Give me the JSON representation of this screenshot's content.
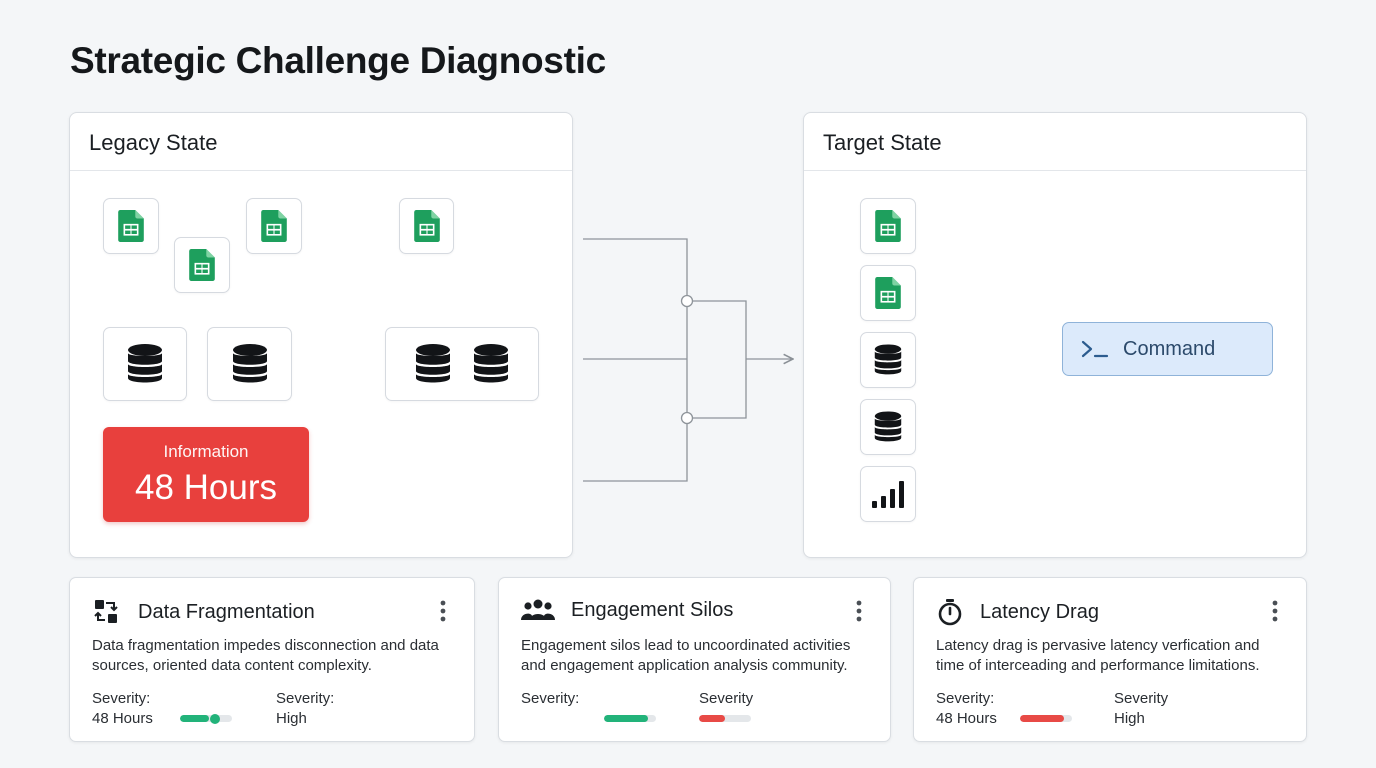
{
  "page": {
    "title": "Strategic Challenge Diagnostic"
  },
  "colors": {
    "sheet_green": "#1e9f5d",
    "alert_red": "#e8403d",
    "command_blue": "#dceafb",
    "severity_green": "#22b37a",
    "severity_red": "#e84a46"
  },
  "legacy": {
    "header": "Legacy State",
    "info_label": "Information",
    "info_value": "48 Hours",
    "icons": [
      "spreadsheet-icon",
      "database-icon"
    ]
  },
  "target": {
    "header": "Target State",
    "command_label": "Command",
    "icons": [
      "spreadsheet-icon",
      "database-icon",
      "bar-chart-icon",
      "terminal-icon"
    ]
  },
  "cards": [
    {
      "title": "Data Fragmentation",
      "icon": "data-exchange-icon",
      "description": "Data fragmentation impedes disconnection and data sources, oriented data content complexity.",
      "severity_left_label": "Severity:",
      "severity_left_value": "48 Hours",
      "severity_right_label": "Severity:",
      "severity_right_value": "High",
      "bar_fill": 0.55,
      "bar_color": "#22b37a"
    },
    {
      "title": "Engagement Silos",
      "icon": "people-group-icon",
      "description": "Engagement silos lead to uncoordinated activities and engagement application analysis community.",
      "severity_left_label": "Severity:",
      "severity_left_value": "",
      "severity_right_label": "Severity",
      "severity_right_value": "",
      "bar_fill": 0.85,
      "bar_color": "#22b37a",
      "bar2_fill": 0.5,
      "bar2_color": "#e84a46"
    },
    {
      "title": "Latency Drag",
      "icon": "stopwatch-icon",
      "description": "Latency drag is pervasive latency verfication and time of interceading and performance limitations.",
      "severity_left_label": "Severity:",
      "severity_left_value": "48 Hours",
      "severity_right_label": "Severity",
      "severity_right_value": "High",
      "bar_fill": 0.85,
      "bar_color": "#e84a46"
    }
  ]
}
